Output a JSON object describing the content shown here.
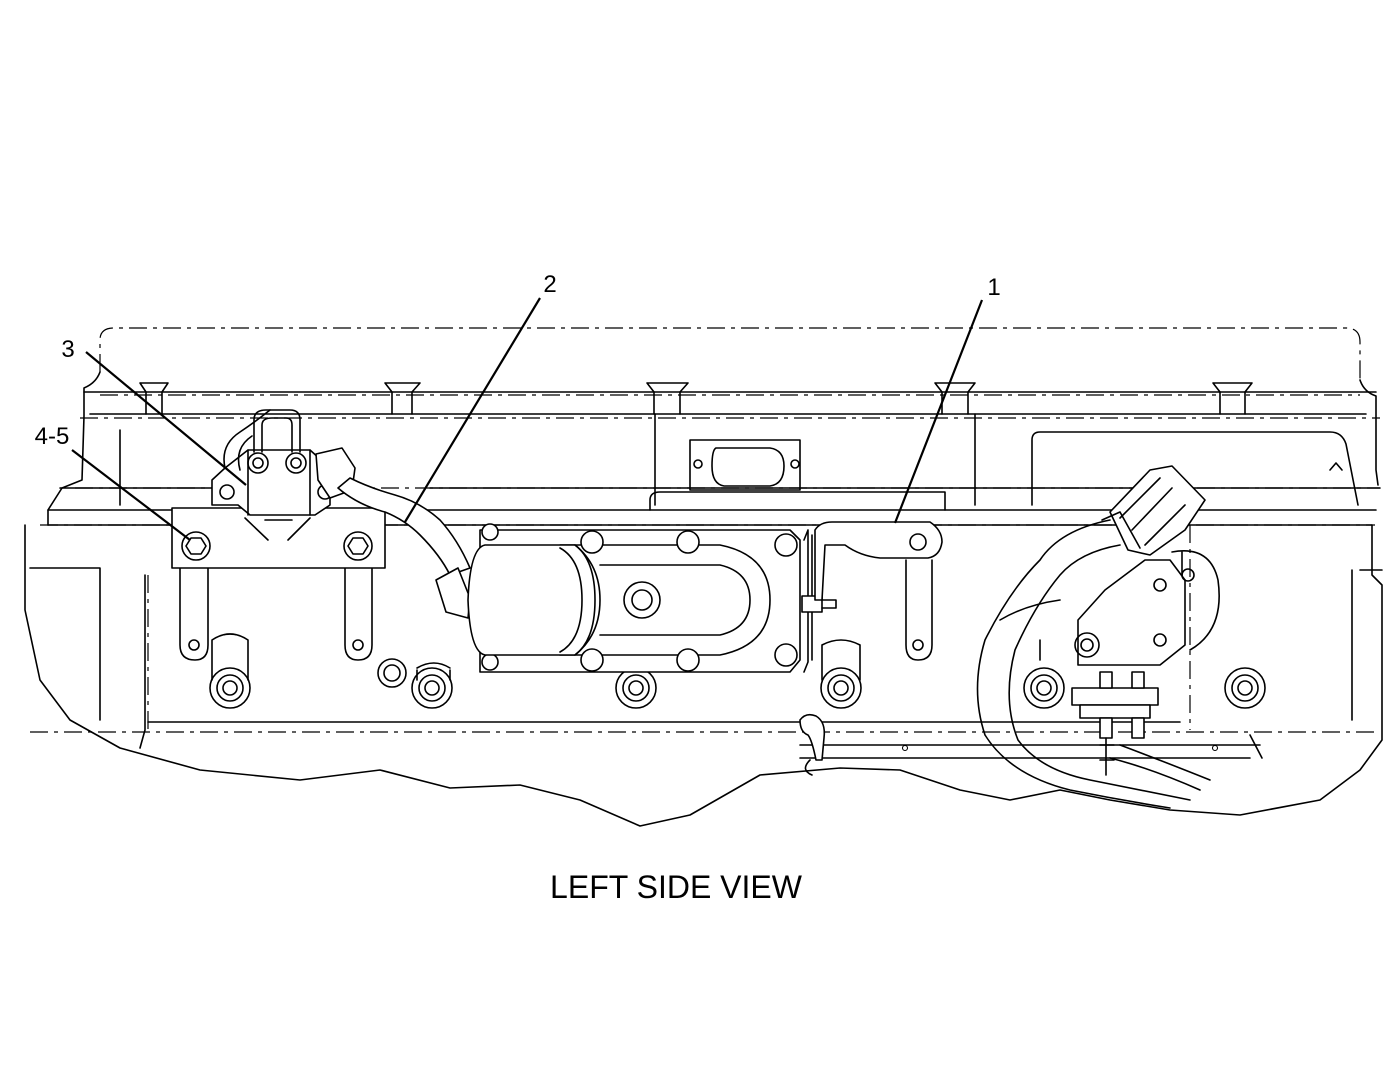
{
  "view_title": "LEFT SIDE VIEW",
  "callouts": [
    "1",
    "2",
    "3",
    "4-5"
  ],
  "colors": {
    "line": "#000000",
    "background": "#ffffff"
  }
}
